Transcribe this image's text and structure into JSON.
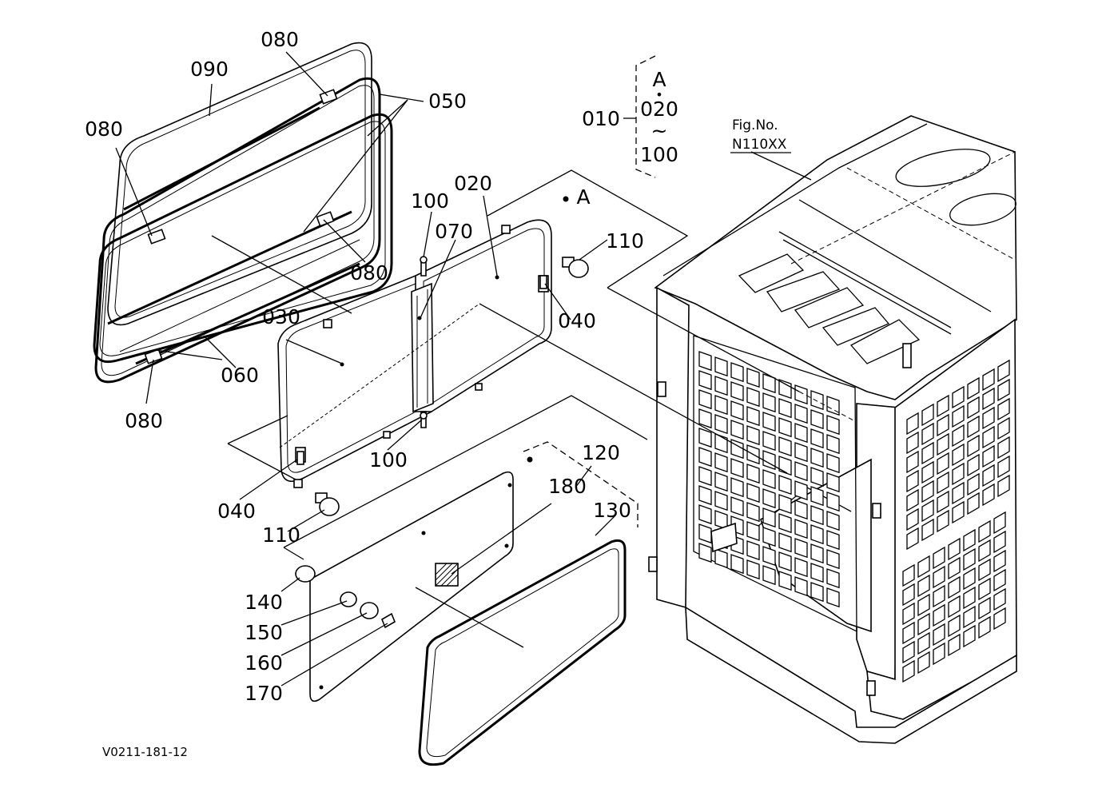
{
  "diagram": {
    "callouts": {
      "c080_top": "080",
      "c090": "090",
      "c050": "050",
      "c080_left": "080",
      "c080_mid": "080",
      "c030": "030",
      "c060": "060",
      "c080_bottom": "080",
      "c100_top": "100",
      "c020": "020",
      "c070": "070",
      "c110_right": "110",
      "c040_right": "040",
      "c100_bottom": "100",
      "c040_left": "040",
      "c110_left": "110",
      "c120": "120",
      "c180": "180",
      "c130": "130",
      "c140": "140",
      "c150": "150",
      "c160": "160",
      "c170": "170",
      "ref_A": "A"
    },
    "assembly_note": {
      "letter": "A",
      "dot": "•",
      "code": "010",
      "from": "020",
      "tilde": "~",
      "to": "100"
    },
    "fig_ref": {
      "line1": "Fig.No.",
      "line2": "N110XX"
    },
    "drawing_code": "V0211-181-12"
  }
}
